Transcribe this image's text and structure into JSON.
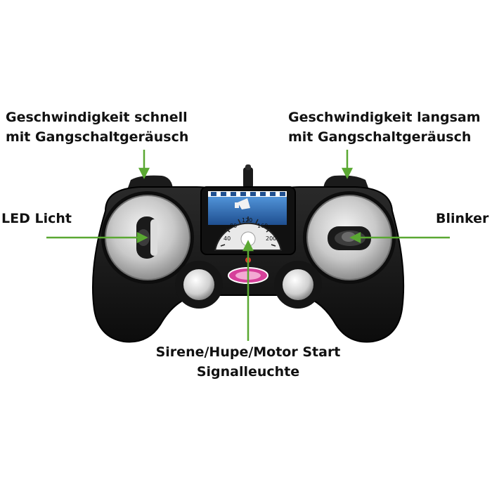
{
  "labels": {
    "speed_fast": [
      "Geschwindigkeit schnell",
      "mit Gangschaltgeräusch"
    ],
    "speed_slow": [
      "Geschwindigkeit langsam",
      "mit Gangschaltgeräusch"
    ],
    "led": "LED Licht",
    "blinker": "Blinker",
    "bottom": [
      "Sirene/Hupe/Motor Start",
      "Signalleuchte"
    ]
  },
  "gauge": {
    "ticks": [
      "40",
      "80",
      "120",
      "160",
      "200"
    ]
  },
  "colors": {
    "arrow": "#5aa832",
    "controller": "#141414",
    "panel_blue": "#2f6fb6",
    "badge": "#d6409a"
  }
}
